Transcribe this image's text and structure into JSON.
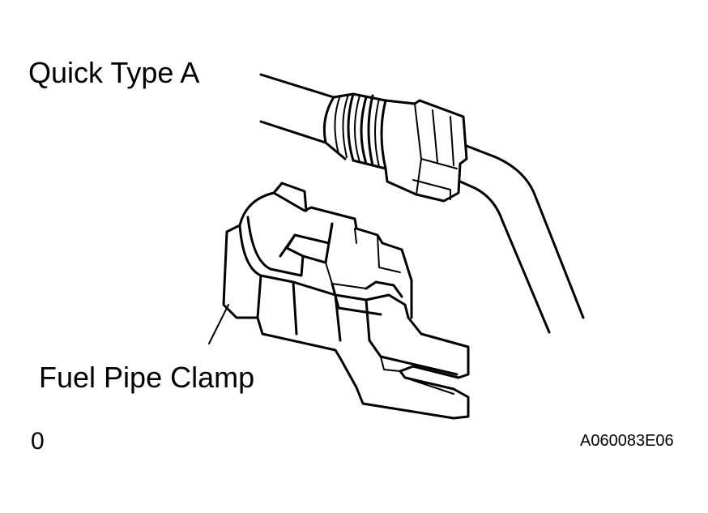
{
  "labels": {
    "quick_type": "Quick Type A",
    "fuel_pipe_clamp": "Fuel Pipe Clamp",
    "corner_mark": "0",
    "figure_code": "A060083E06"
  },
  "colors": {
    "ink": "#000000",
    "background": "#ffffff"
  }
}
